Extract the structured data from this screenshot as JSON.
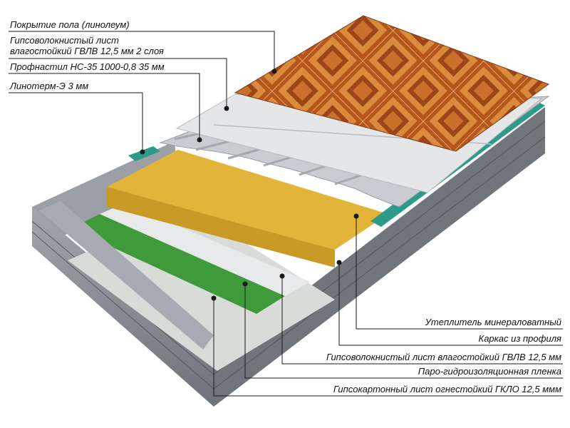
{
  "labels_top": [
    {
      "id": "floor-covering",
      "lines": [
        "Покрытие пола (линолеум)"
      ]
    },
    {
      "id": "gvlv-2-layers",
      "lines": [
        "Гипсоволокнистый лист",
        "влагостойкий ГВЛВ 12,5 мм 2 слоя"
      ]
    },
    {
      "id": "profnastil",
      "lines": [
        "Профнастил НС-35 1000-0,8 35 мм"
      ]
    },
    {
      "id": "linoterm",
      "lines": [
        "Линотерм-Э 3 мм"
      ]
    }
  ],
  "labels_bottom": [
    {
      "id": "mineral-insulation",
      "text": "Утеплитель минераловатный"
    },
    {
      "id": "profile-frame",
      "text": "Каркас из профиля"
    },
    {
      "id": "gvlv-single",
      "text": "Гипсоволокнистый лист влагостойкий ГВЛВ 12,5 мм"
    },
    {
      "id": "vapor-film",
      "text": "Паро-гидроизоляционная пленка"
    },
    {
      "id": "gklo",
      "text": "Гипсокартонный лист огнестойкий ГКЛО 12,5 ммм"
    }
  ],
  "colors": {
    "frame": "#8e939a",
    "frame_dark": "#5f646b",
    "parquet": "#b5561c",
    "parquet_light": "#d98a3d",
    "gvl": "#e4e6e8",
    "profnastil": "#c9ccd0",
    "linoterm": "#2e9b8a",
    "insulation": "#e2b43a",
    "vapor_film": "#3f9a3a",
    "gklo": "#d9dbd8",
    "leader": "#1a1a1a"
  }
}
